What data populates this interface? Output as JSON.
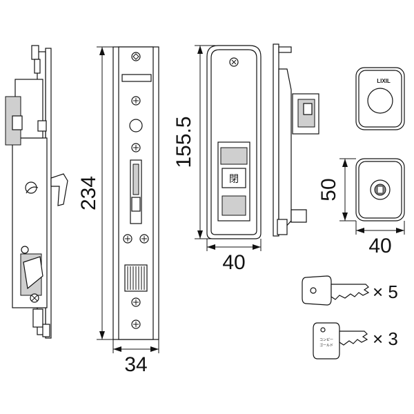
{
  "dimensions": {
    "lock_height": "234",
    "lock_width": "34",
    "handle_height": "155.5",
    "handle_width": "40",
    "cylinder_height": "50",
    "cylinder_width": "40"
  },
  "labels": {
    "handle_kanji": "閉",
    "brand": "LIXIL",
    "key_card_text_1": "コンピー",
    "key_card_text_2": "ゴールド"
  },
  "keys": {
    "standard_count": "× 5",
    "construction_count": "× 3"
  }
}
